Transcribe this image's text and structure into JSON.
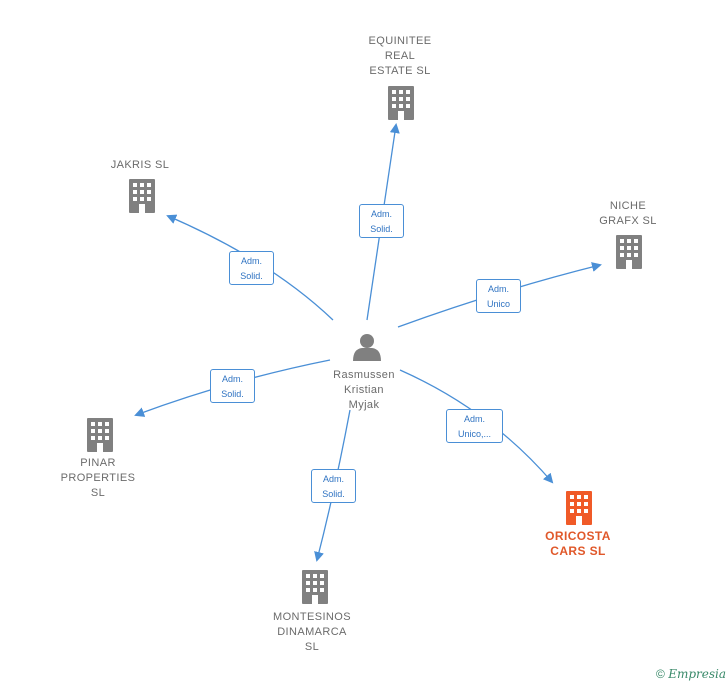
{
  "center": {
    "name": "Rasmussen\nKristian\nMyjak",
    "icon": "person-icon"
  },
  "companies": [
    {
      "id": "equinitee",
      "name": "EQUINITEE\nREAL\nESTATE  SL",
      "icon": "building-icon",
      "color": "#808080",
      "role": "Adm.\nSolid."
    },
    {
      "id": "jakris",
      "name": "JAKRIS  SL",
      "icon": "building-icon",
      "color": "#808080",
      "role": "Adm.\nSolid."
    },
    {
      "id": "niche",
      "name": "NICHE\nGRAFX SL",
      "icon": "building-icon",
      "color": "#808080",
      "role": "Adm.\nUnico"
    },
    {
      "id": "pinar",
      "name": "PINAR\nPROPERTIES\nSL",
      "icon": "building-icon",
      "color": "#808080",
      "role": "Adm.\nSolid."
    },
    {
      "id": "oricosta",
      "name": "ORICOSTA\nCARS  SL",
      "icon": "building-icon",
      "color": "#f05a28",
      "role": "Adm.\nUnico,..."
    },
    {
      "id": "montesinos",
      "name": "MONTESINOS\nDINAMARCA\nSL",
      "icon": "building-icon",
      "color": "#808080",
      "role": "Adm.\nSolid."
    }
  ],
  "footer": {
    "copyright": "©",
    "brand": "Empresia"
  },
  "colors": {
    "edge": "#4a8fd6",
    "label_text": "#2f73c2",
    "node_text": "#6b6b6b",
    "focus": "#f05a28"
  }
}
